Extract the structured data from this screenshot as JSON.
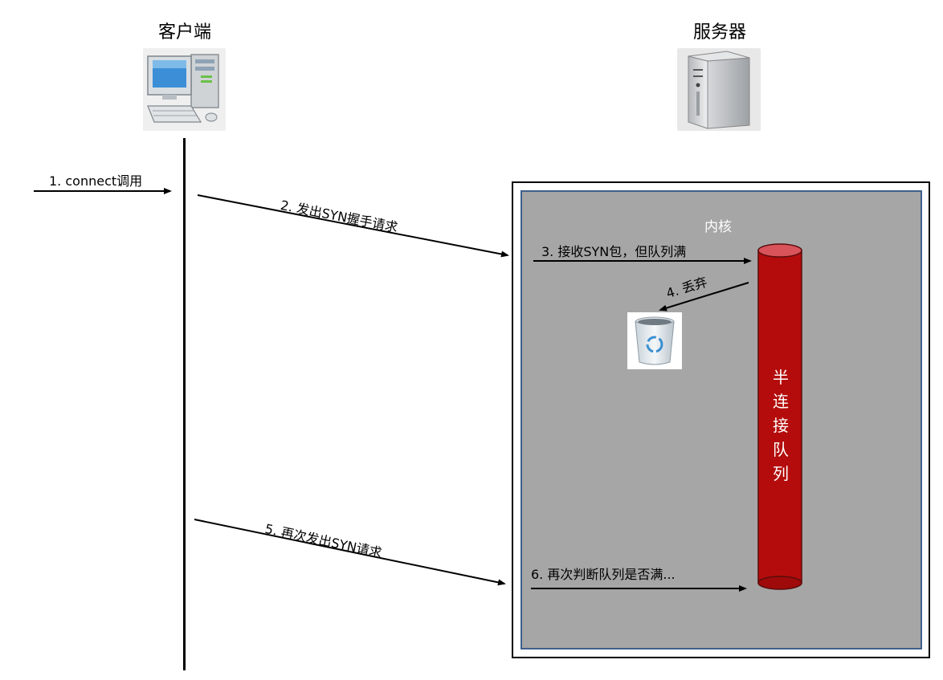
{
  "actors": {
    "client": "客户端",
    "server": "服务器"
  },
  "icons": {
    "client": "desktop-computer-icon",
    "server": "server-tower-icon",
    "discard": "recycle-bin-icon"
  },
  "kernel": {
    "label": "内核"
  },
  "queue": {
    "label": "半\n连\n接\n队\n列",
    "color": "#b40c0c"
  },
  "steps": [
    {
      "label": "1. connect调用"
    },
    {
      "label": "2. 发出SYN握手请求"
    },
    {
      "label": "3. 接收SYN包，但队列满"
    },
    {
      "label": "4. 丢弃"
    },
    {
      "label": "5. 再次发出SYN请求"
    },
    {
      "label": "6. 再次判断队列是否满..."
    }
  ],
  "colors": {
    "kernel_fill": "#a6a6a6",
    "kernel_border": "#3f5f8a",
    "queue_fill": "#b40c0c",
    "queue_top": "#d9535a"
  }
}
